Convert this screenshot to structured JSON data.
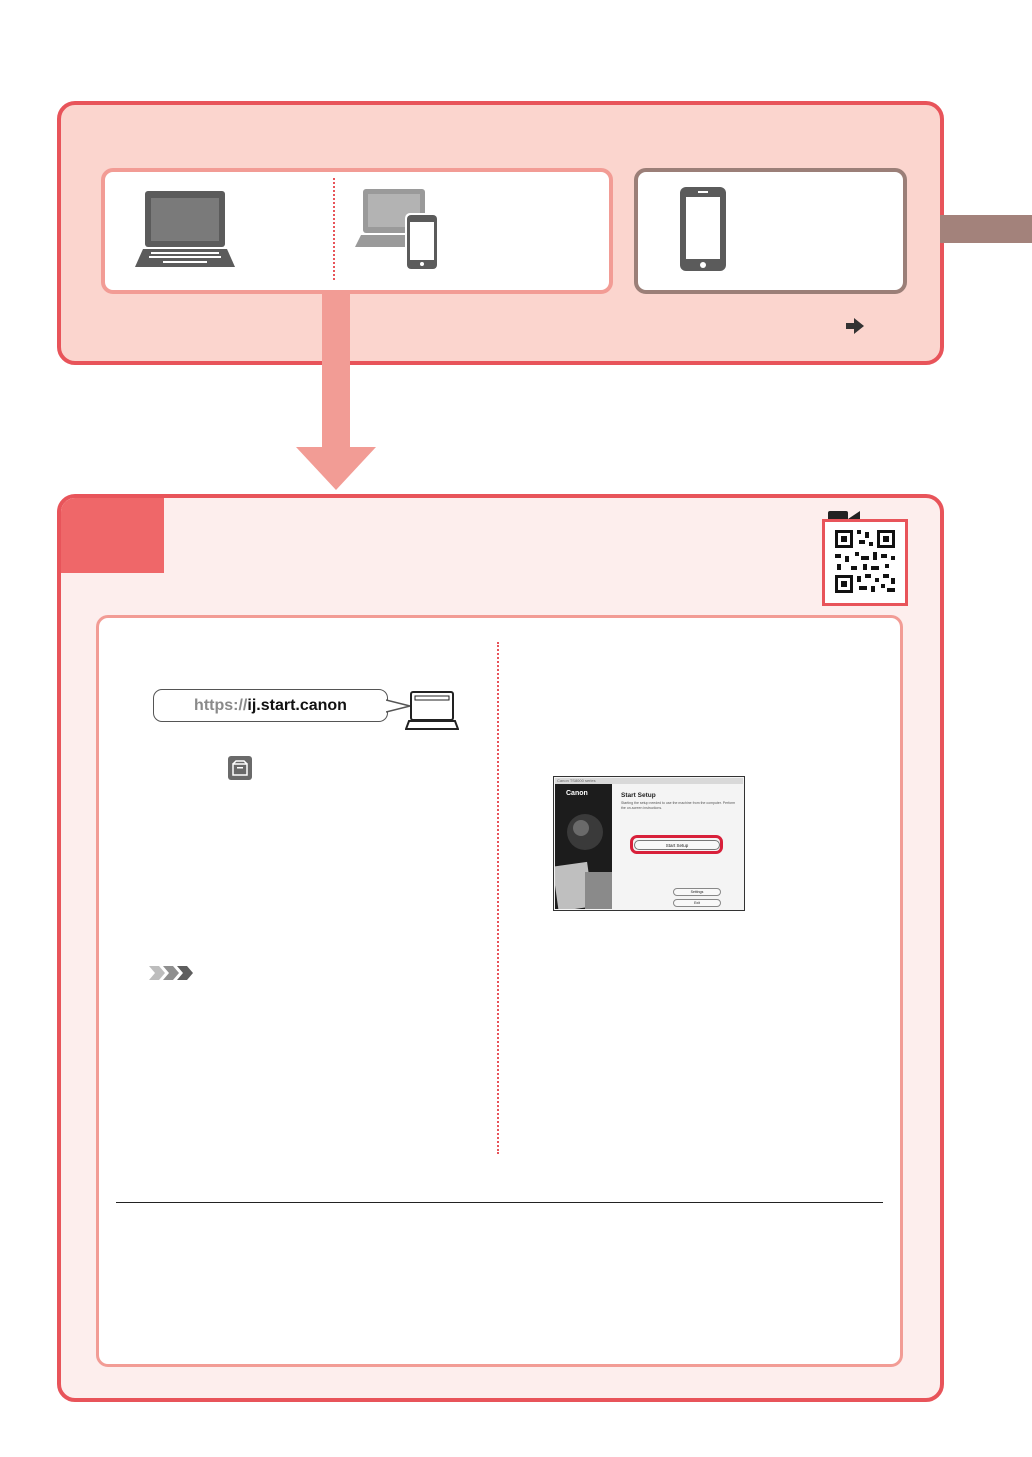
{
  "connection_panel": {
    "devices": [
      {
        "icon": "laptop-icon"
      },
      {
        "icon": "laptop-and-phone-icon"
      },
      {
        "icon": "smartphone-icon"
      }
    ],
    "more_icon": "arrow-right-icon"
  },
  "step_panel": {
    "video_icon": "video-camera-icon",
    "qr_icon": "qr-code-icon",
    "url": {
      "scheme": "https://",
      "host": "ij.start.canon"
    },
    "installer_icon": "installer-box-icon",
    "note_icon": "note-chevrons-icon",
    "screenshot": {
      "window_title": "Canon TS8000 series",
      "brand": "Canon",
      "heading": "Start Setup",
      "description": "Starting the setup needed to use the machine from the computer. Perform the on-screen instructions.",
      "start_button": "Start Setup",
      "settings_button": "Settings",
      "exit_button": "Exit"
    }
  },
  "colors": {
    "accent_red": "#e8545a",
    "panel_pink": "#fbd5ce",
    "panel_light": "#fdeeed",
    "step_tab": "#ef6769",
    "phone_border": "#9b7f78",
    "highlight": "#d8203a"
  }
}
